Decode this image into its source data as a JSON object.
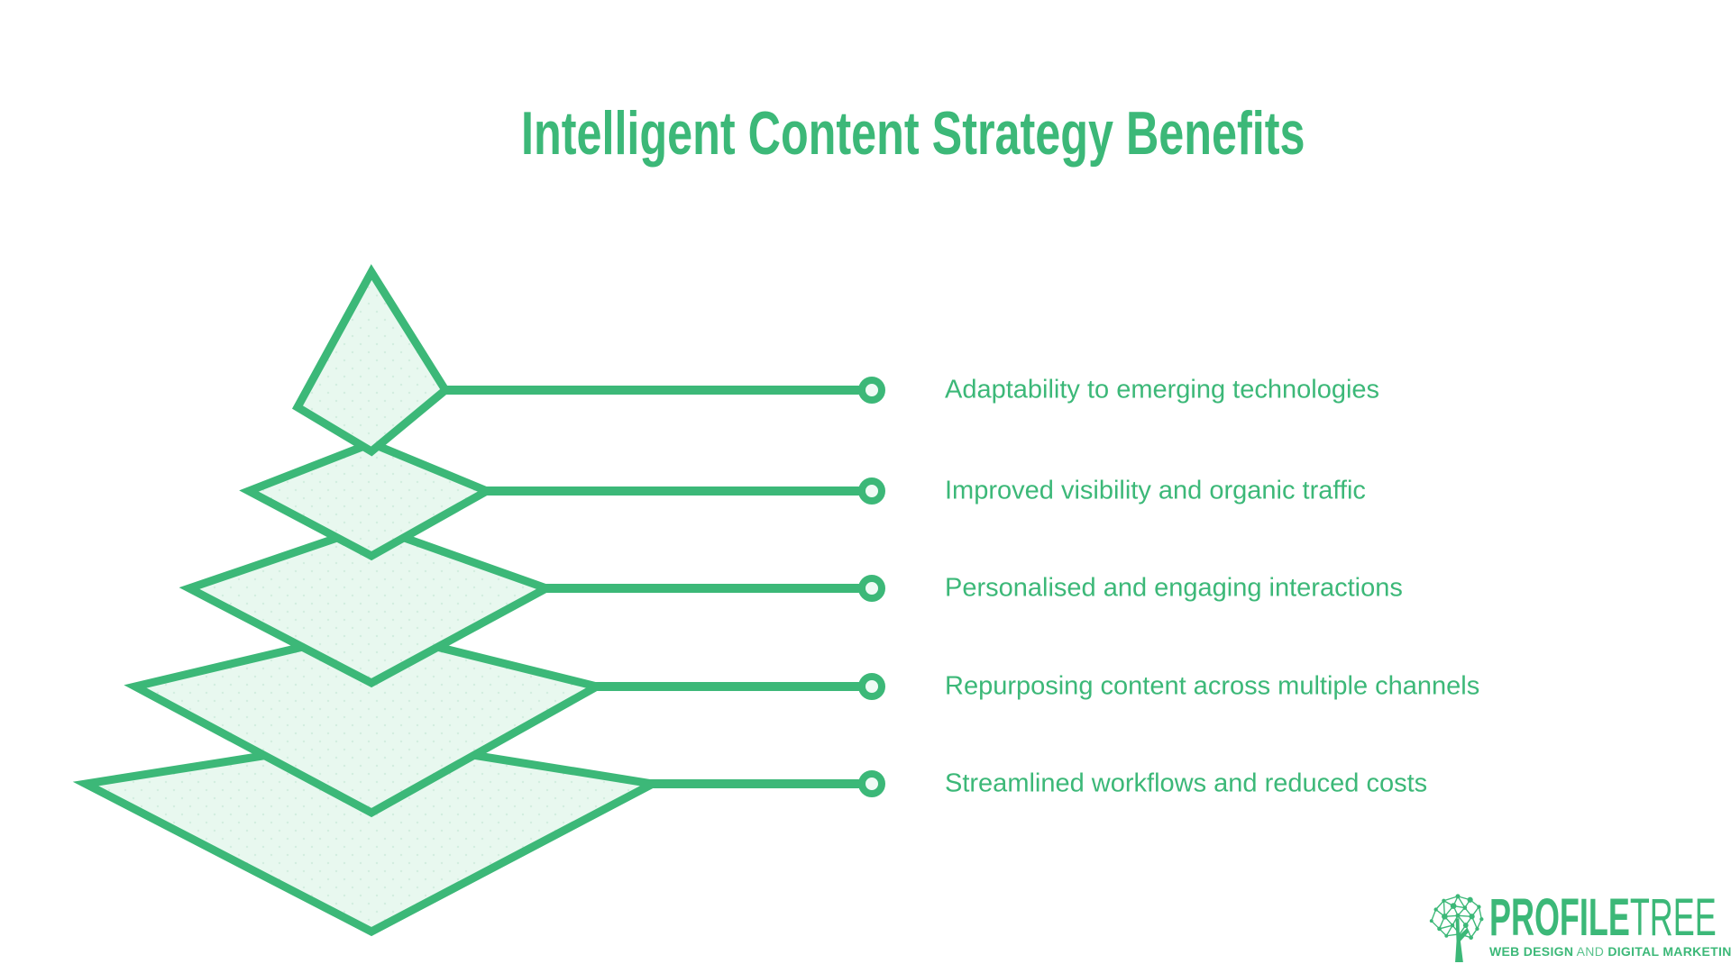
{
  "title": "Intelligent Content Strategy Benefits",
  "colors": {
    "accent": "#3cb878",
    "fill": "#e8f8ef",
    "fill_dot": "#d3eee0",
    "ring_center": "#effbf5",
    "background": "#ffffff"
  },
  "pyramid": {
    "levels": 5,
    "benefits": [
      "Adaptability to emerging technologies",
      "Improved visibility and organic traffic",
      "Personalised and engaging interactions",
      "Repurposing content across multiple channels",
      "Streamlined workflows and reduced costs"
    ]
  },
  "logo": {
    "brand_primary": "PROFILE",
    "brand_secondary": "TREE",
    "tagline_bold_1": "WEB DESIGN",
    "tagline_light": "AND",
    "tagline_bold_2": "DIGITAL MARKETING",
    "icon": "network-tree-icon"
  }
}
